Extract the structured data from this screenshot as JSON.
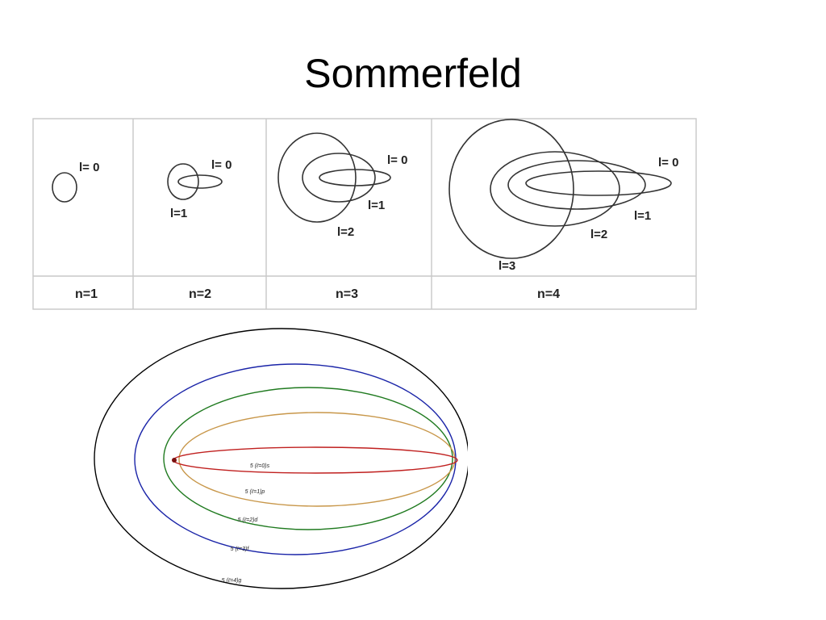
{
  "slide": {
    "title": "Sommerfeld"
  },
  "table": {
    "columns": [
      {
        "n_label": "n=1",
        "labels": [
          "l= 0"
        ]
      },
      {
        "n_label": "n=2",
        "labels": [
          "l= 0",
          "l=1"
        ]
      },
      {
        "n_label": "n=3",
        "labels": [
          "l= 0",
          "l=1",
          "l=2"
        ]
      },
      {
        "n_label": "n=4",
        "labels": [
          "l= 0",
          "l=1",
          "l=2",
          "l=3"
        ]
      }
    ]
  },
  "orbits": {
    "labels": [
      "5 (ℓ=0)s",
      "5 (ℓ=1)p",
      "5 (ℓ=2)d",
      "5 (ℓ=3)f",
      "5 (ℓ=4)g"
    ],
    "colors": {
      "l0": "#c0201f",
      "l1": "#c8974a",
      "l2": "#1f7a1f",
      "l3": "#1a24a8",
      "l4": "#000000",
      "nucleus": "#7a0f0f"
    }
  }
}
